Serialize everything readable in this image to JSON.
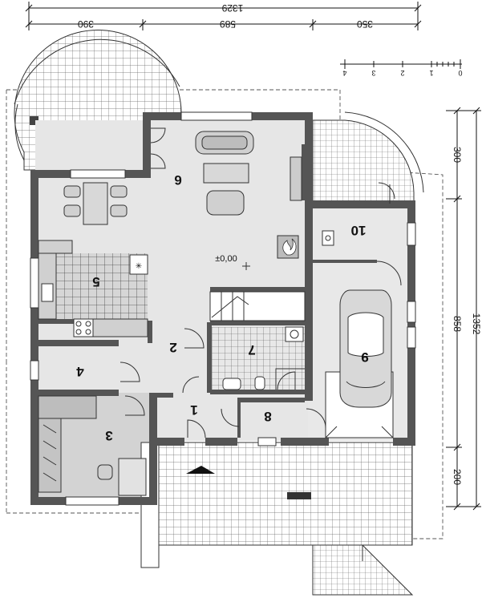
{
  "dimensions": {
    "total_width": "1329",
    "seg_left": "390",
    "seg_mid": "589",
    "seg_right": "350",
    "right_top": "300",
    "right_mid": "858",
    "right_total": "1352",
    "right_bottom": "200"
  },
  "scale_labels": [
    "0",
    "1",
    "2",
    "3",
    "4"
  ],
  "level_mark": "±0,00",
  "rooms": {
    "r1": "1",
    "r2": "2",
    "r3": "3",
    "r4": "4",
    "r5": "5",
    "r6": "6",
    "r7": "7",
    "r8": "8",
    "r9": "9",
    "r10": "10"
  },
  "colors": {
    "wall": "#555555",
    "light_floor": "#e6e6e6",
    "mid_floor": "#d3d3d3",
    "grid_line": "#555555",
    "dim_line": "#111111"
  }
}
